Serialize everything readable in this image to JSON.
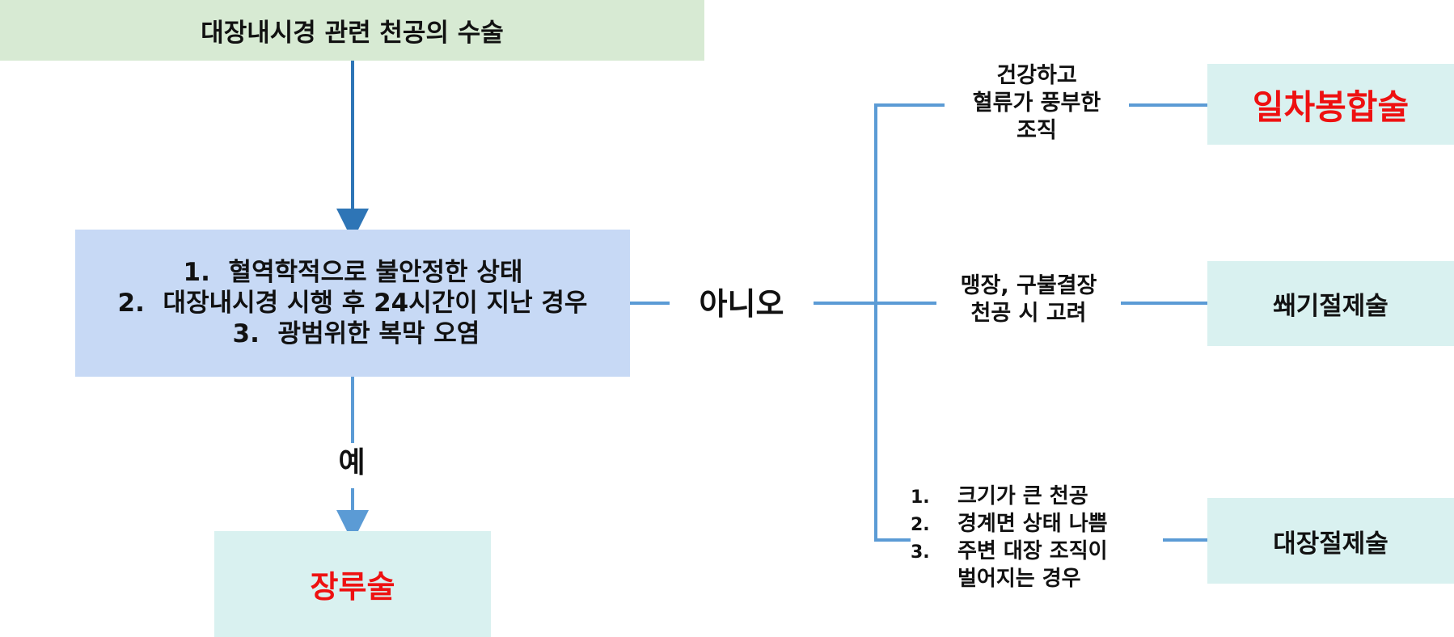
{
  "title": "대장내시경 관련 천공의 수술",
  "criteria": [
    {
      "num": "1.",
      "text": "혈역학적으로 불안정한 상태"
    },
    {
      "num": "2.",
      "text": "대장내시경 시행 후 24시간이 지난 경우"
    },
    {
      "num": "3.",
      "text": "광범위한 복막 오염"
    }
  ],
  "yes_label": "예",
  "no_label": "아니오",
  "outcomes": {
    "stoma": "장루술",
    "primary_repair": "일차봉합술",
    "wedge_resection": "쐐기절제술",
    "colectomy": "대장절제술"
  },
  "conditions": {
    "healthy": [
      "건강하고",
      "혈류가 풍부한",
      "조직"
    ],
    "distension": [
      "맹장, 구불결장",
      "천공 시 고려"
    ],
    "colectomy": [
      {
        "num": "1.",
        "text": "크기가 큰 천공"
      },
      {
        "num": "2.",
        "text": "경계면 상태 나쁨"
      },
      {
        "num": "3.",
        "text": "주변 대장 조직이"
      },
      {
        "num": "",
        "text": "벌어지는 경우"
      }
    ]
  },
  "colors": {
    "connector": "#5b9bd5",
    "arrow_dark": "#2e75b6",
    "title_fill": "#d7ead3",
    "criteria_fill": "#c7d9f5",
    "result_fill": "#d9f1f0",
    "highlight_text": "#ee1111"
  }
}
